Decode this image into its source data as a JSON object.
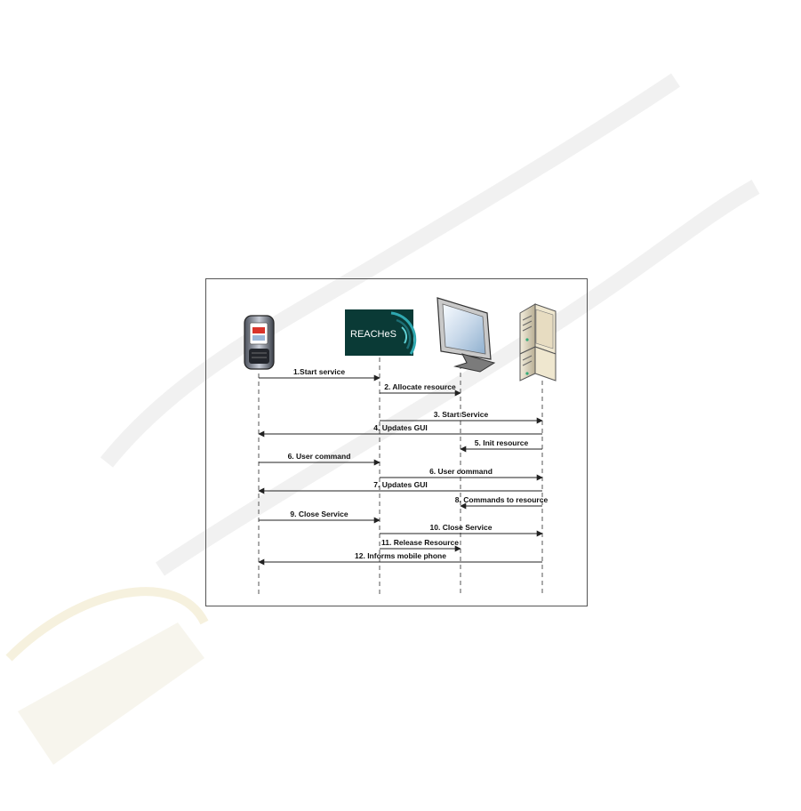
{
  "diagram": {
    "participants": [
      {
        "id": "phone",
        "icon": "mobile-phone-icon"
      },
      {
        "id": "reaches",
        "icon": "reaches-logo",
        "logo_text": "REACHeS"
      },
      {
        "id": "display",
        "icon": "monitor-icon"
      },
      {
        "id": "server",
        "icon": "server-icon"
      }
    ],
    "messages": [
      {
        "label": "1.Start service",
        "from": "phone",
        "to": "reaches"
      },
      {
        "label": "2. Allocate resource",
        "from": "reaches",
        "to": "display"
      },
      {
        "label": "3. Start Service",
        "from": "reaches",
        "to": "server"
      },
      {
        "label": "4. Updates GUI",
        "from": "server",
        "to": "phone"
      },
      {
        "label": "5. Init resource",
        "from": "server",
        "to": "display"
      },
      {
        "label": "6. User command",
        "from": "phone",
        "to": "reaches"
      },
      {
        "label": "6. User command",
        "from": "reaches",
        "to": "server"
      },
      {
        "label": "7. Updates GUI",
        "from": "server",
        "to": "phone"
      },
      {
        "label": "8. Commands to resource",
        "from": "server",
        "to": "display"
      },
      {
        "label": "9. Close Service",
        "from": "phone",
        "to": "reaches"
      },
      {
        "label": "10. Close Service",
        "from": "reaches",
        "to": "server"
      },
      {
        "label": "11. Release Resource",
        "from": "reaches",
        "to": "display"
      },
      {
        "label": "12. Informs mobile phone",
        "from": "server",
        "to": "phone"
      }
    ]
  },
  "colors": {
    "line": "#222222",
    "lifeline": "#555555",
    "reaches_bg": "#0a3a36",
    "reaches_ring": "#2fa8b0",
    "watermark": "#dcdcdc"
  }
}
